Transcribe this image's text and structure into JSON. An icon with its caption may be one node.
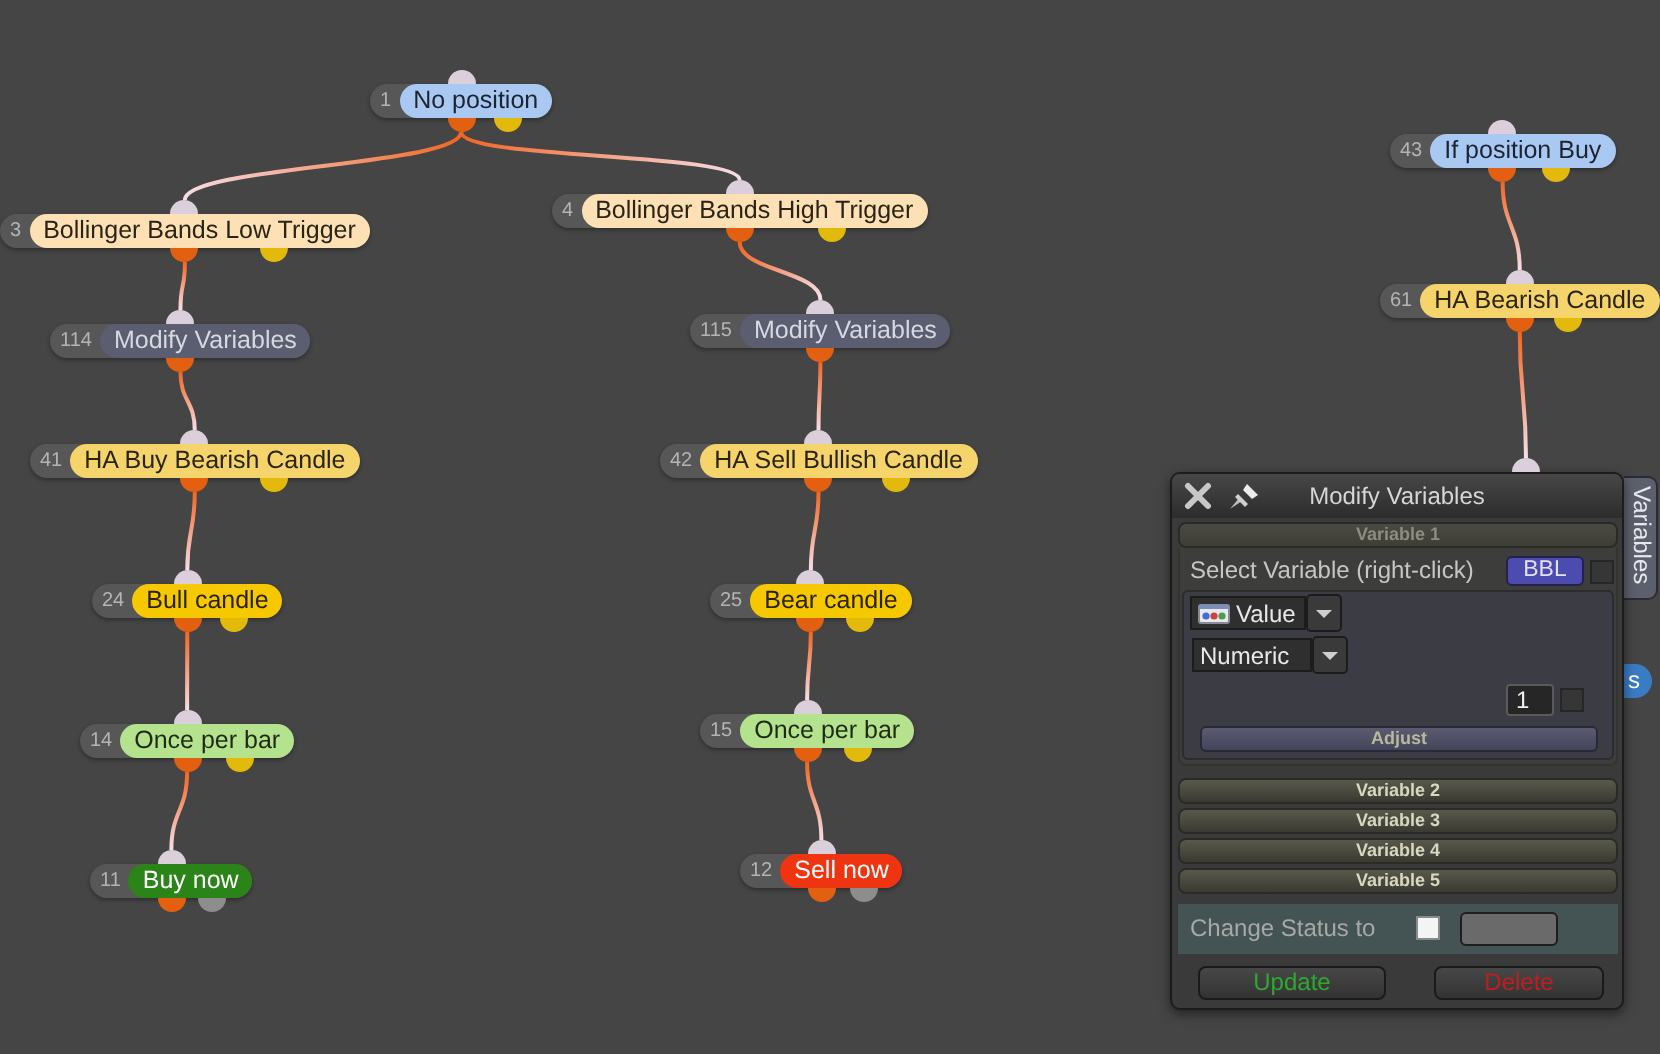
{
  "diagram": {
    "nodes": [
      {
        "text": [
          "1",
          "No position"
        ]
      },
      {
        "text": [
          "43",
          "If position Buy"
        ]
      },
      {
        "text": [
          "3",
          "Bollinger Bands Low Trigger"
        ]
      },
      {
        "text": [
          "4",
          "Bollinger Bands High Trigger"
        ]
      },
      {
        "text": [
          "61",
          "HA Bearish Candle"
        ]
      },
      {
        "text": [
          "114",
          "Modify Variables"
        ]
      },
      {
        "text": [
          "115",
          "Modify Variables"
        ]
      },
      {
        "text": [
          "41",
          "HA Buy Bearish Candle"
        ]
      },
      {
        "text": [
          "42",
          "HA Sell Bullish Candle"
        ]
      },
      {
        "text": [
          "24",
          "Bull candle"
        ]
      },
      {
        "text": [
          "25",
          "Bear candle"
        ]
      },
      {
        "text": [
          "14",
          "Once per bar"
        ]
      },
      {
        "text": [
          "15",
          "Once per bar"
        ]
      },
      {
        "text": [
          "11",
          "Buy now"
        ]
      },
      {
        "text": [
          "12",
          "Sell now"
        ]
      },
      {
        "text": [
          "Modify Variables"
        ]
      },
      {
        "text": [
          "Variables"
        ]
      },
      {
        "text": [
          "s"
        ]
      },
      {
        "text": [
          "Variable 1"
        ],
        "in": 15
      },
      {
        "text": [
          "Select Variable (right-click)",
          "BBL"
        ],
        "in": 15
      },
      {
        "text": [
          "Value",
          "Numeric",
          "1",
          "Adjust"
        ],
        "in": 19
      },
      {
        "text": [
          "Variable 2"
        ],
        "in": 15
      },
      {
        "text": [
          "Variable 3"
        ],
        "in": 15
      },
      {
        "text": [
          "Variable 4"
        ],
        "in": 15
      },
      {
        "text": [
          "Variable 5"
        ],
        "in": 15
      },
      {
        "text": [
          "Change Status to"
        ],
        "in": 15
      },
      {
        "text": [
          "Update"
        ],
        "in": 15
      },
      {
        "text": [
          "Delete"
        ],
        "in": 15
      },
      {
        "text": [],
        "shape": "circle"
      }
    ],
    "edges": [
      {
        "from": 0,
        "to": 2,
        "arrow": "none"
      },
      {
        "from": 0,
        "to": 3,
        "arrow": "none"
      },
      {
        "from": 2,
        "to": 5,
        "arrow": "none"
      },
      {
        "from": 5,
        "to": 7,
        "arrow": "none"
      },
      {
        "from": 7,
        "to": 9,
        "arrow": "none"
      },
      {
        "from": 9,
        "to": 11,
        "arrow": "none"
      },
      {
        "from": 11,
        "to": 13,
        "arrow": "none"
      },
      {
        "from": 3,
        "to": 6,
        "arrow": "none"
      },
      {
        "from": 6,
        "to": 8,
        "arrow": "none"
      },
      {
        "from": 8,
        "to": 10,
        "arrow": "none"
      },
      {
        "from": 10,
        "to": 12,
        "arrow": "none"
      },
      {
        "from": 12,
        "to": 14,
        "arrow": "none"
      },
      {
        "from": 1,
        "to": 4,
        "arrow": "none"
      },
      {
        "from": 4,
        "to": 28,
        "arrow": "none"
      }
    ]
  }
}
